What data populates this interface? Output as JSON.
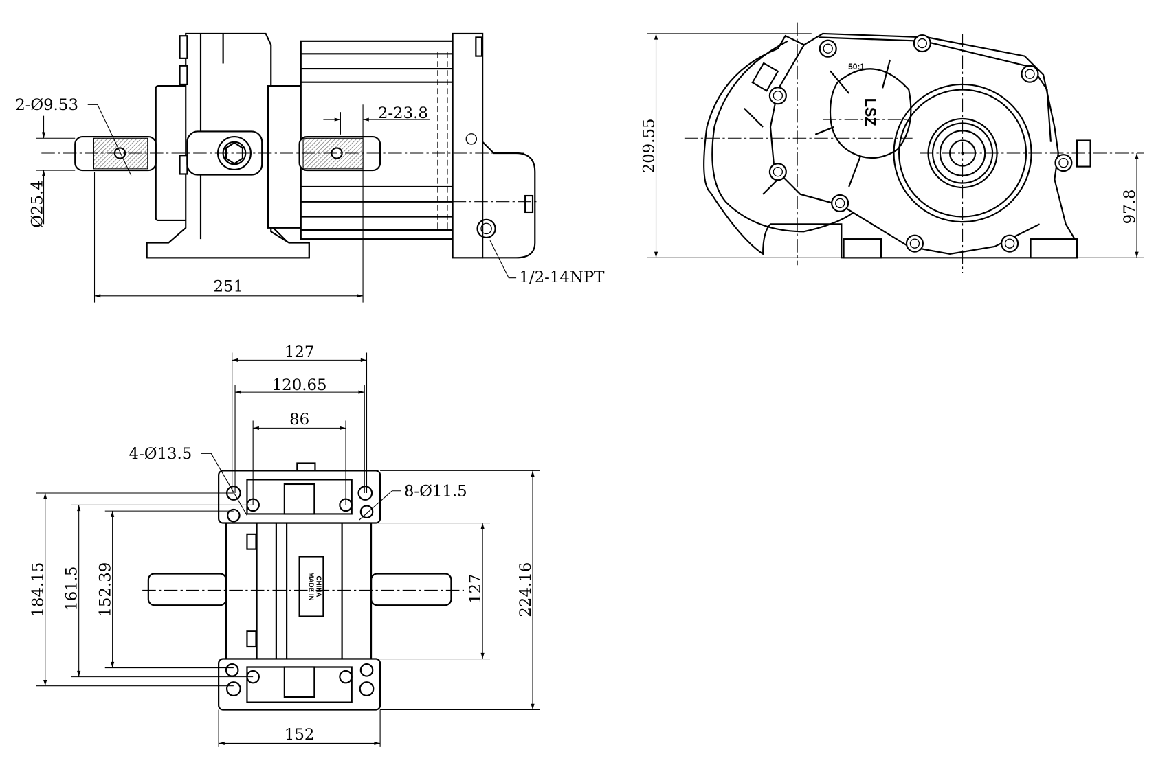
{
  "side_view": {
    "pin_holes": "2-Ø9.53",
    "shaft_diameter": "Ø25.4",
    "keyway": "2-23.8",
    "shaft_span": "251",
    "port": "1/2-14NPT"
  },
  "end_view": {
    "height": "209.55",
    "center_height": "97.8",
    "ratio_mark": "50:1",
    "brand_mark": "LSZ"
  },
  "top_view": {
    "width_127": "127",
    "width_120_65": "120.65",
    "width_86": "86",
    "base_width": "152",
    "large_holes": "4-Ø13.5",
    "small_holes": "8-Ø11.5",
    "dim_184_15": "184.15",
    "dim_161_5": "161.5",
    "dim_152_39": "152.39",
    "body_127": "127",
    "overall_224_16": "224.16",
    "label_line1": "MADE IN",
    "label_line2": "CHINA"
  }
}
